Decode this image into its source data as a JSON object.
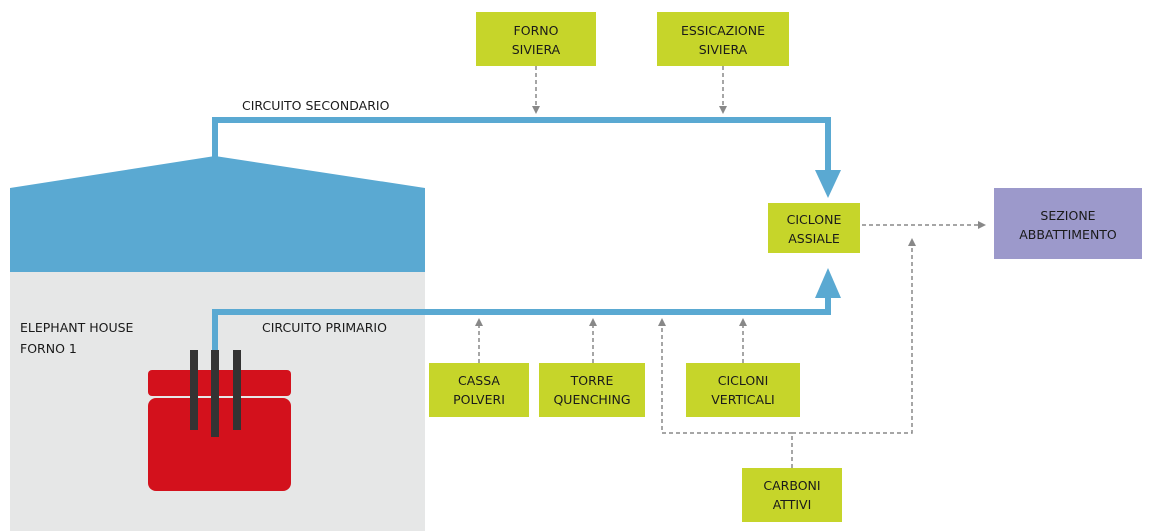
{
  "colors": {
    "pipe": "#5aa9d2",
    "building_roof": "#5aa9d2",
    "building_wall": "#e6e7e7",
    "furnace": "#d3111c",
    "electrode": "#333333",
    "green_box": "#c6d52a",
    "purple_box": "#9c99cb",
    "dashed_line": "#888888"
  },
  "labels": {
    "circuito_secondario": "CIRCUITO SECONDARIO",
    "circuito_primario": "CIRCUITO PRIMARIO",
    "building_line1": "ELEPHANT HOUSE",
    "building_line2": "FORNO 1"
  },
  "boxes": {
    "forno_siviera": [
      "FORNO",
      "SIVIERA"
    ],
    "essicazione_siviera": [
      "ESSICAZIONE",
      "SIVIERA"
    ],
    "ciclone_assiale": [
      "CICLONE",
      "ASSIALE"
    ],
    "sezione_abbattimento": [
      "SEZIONE",
      "ABBATTIMENTO"
    ],
    "cassa_polveri": [
      "CASSA",
      "POLVERI"
    ],
    "torre_quenching": [
      "TORRE",
      "QUENCHING"
    ],
    "cicloni_verticali": [
      "CICLONI",
      "VERTICALI"
    ],
    "carboni_attivi": [
      "CARBONI",
      "ATTIVI"
    ]
  }
}
